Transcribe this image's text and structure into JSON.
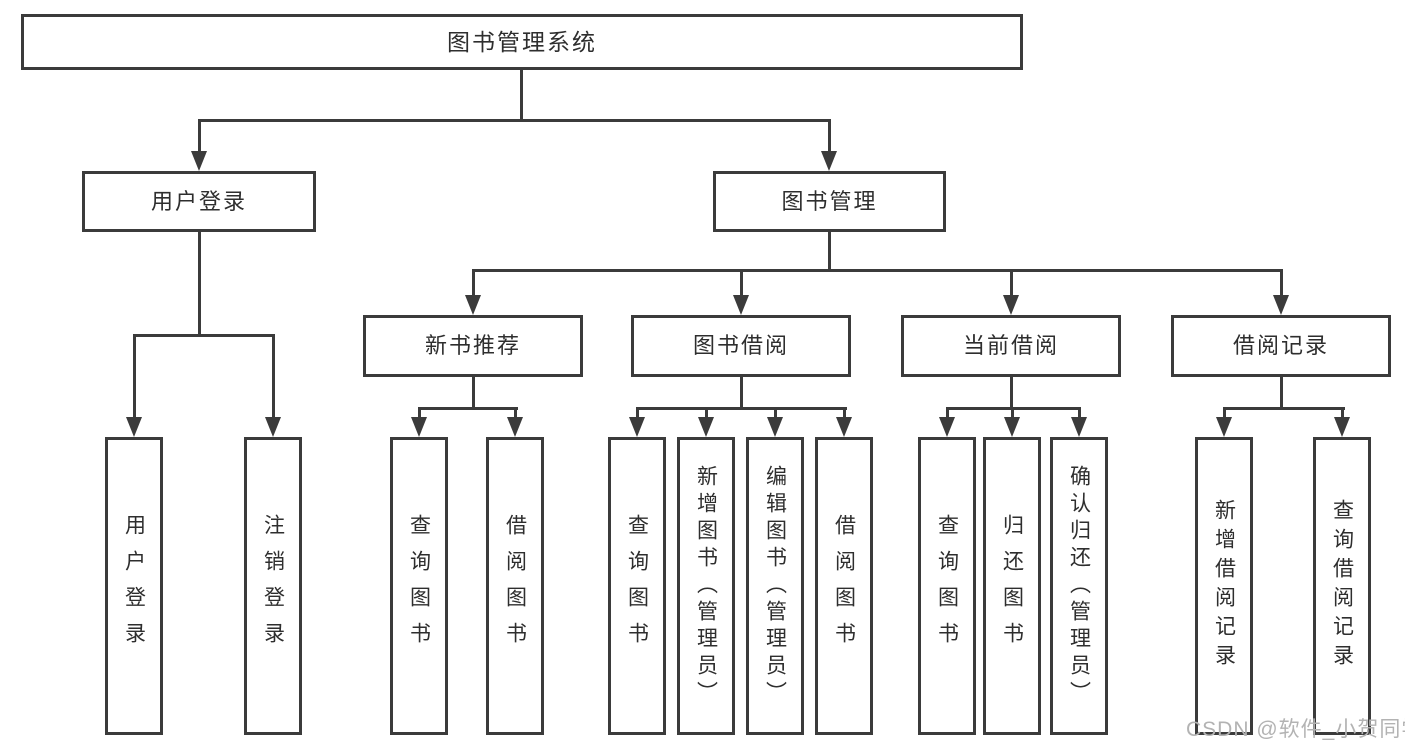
{
  "colors": {
    "line": "#3b3b3b",
    "text": "#2e2e2e",
    "background": "#ffffff",
    "watermark_color": "#b3b3b3"
  },
  "watermark": {
    "text": "CSDN @软件_小贺同学"
  },
  "tree": {
    "root": {
      "label": "图书管理系统",
      "children": [
        {
          "label": "用户登录",
          "children": [
            {
              "label": "用户登录"
            },
            {
              "label": "注销登录"
            }
          ]
        },
        {
          "label": "图书管理",
          "children": [
            {
              "label": "新书推荐",
              "children": [
                {
                  "label": "查询图书"
                },
                {
                  "label": "借阅图书"
                }
              ]
            },
            {
              "label": "图书借阅",
              "children": [
                {
                  "label": "查询图书"
                },
                {
                  "label": "新增图书（管理员）"
                },
                {
                  "label": "编辑图书（管理员）"
                },
                {
                  "label": "借阅图书"
                }
              ]
            },
            {
              "label": "当前借阅",
              "children": [
                {
                  "label": "查询图书"
                },
                {
                  "label": "归还图书"
                },
                {
                  "label": "确认归还（管理员）"
                }
              ]
            },
            {
              "label": "借阅记录",
              "children": [
                {
                  "label": "新增借阅记录"
                },
                {
                  "label": "查询借阅记录"
                }
              ]
            }
          ]
        }
      ]
    }
  }
}
